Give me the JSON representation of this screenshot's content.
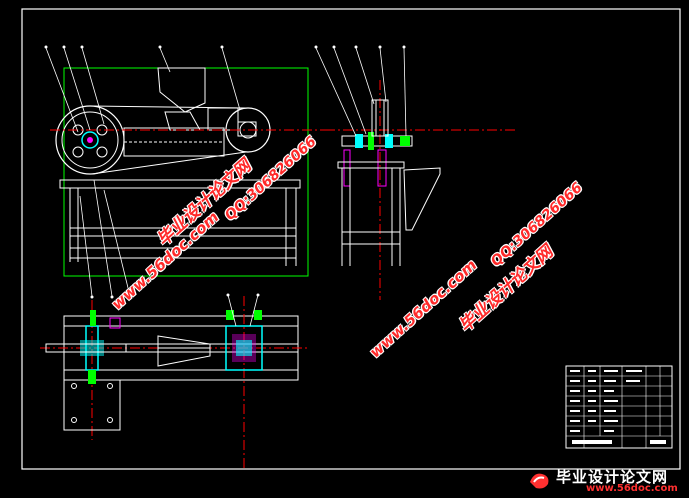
{
  "watermarks": {
    "site_cn": "毕业设计论文网",
    "qq": "QQ:306826066",
    "site_url": "www.56doc.com"
  },
  "logo": {
    "title_cn": "毕业设计论文网",
    "url": "www.56doc.com"
  },
  "colors": {
    "background": "#000000",
    "frame": "#ffffff",
    "lines": "#ffffff",
    "centerline": "#ff0000",
    "outline_box": "#00ff00",
    "cyan": "#00ffff",
    "magenta": "#ff00ff",
    "watermark": "#ff2a2a"
  }
}
